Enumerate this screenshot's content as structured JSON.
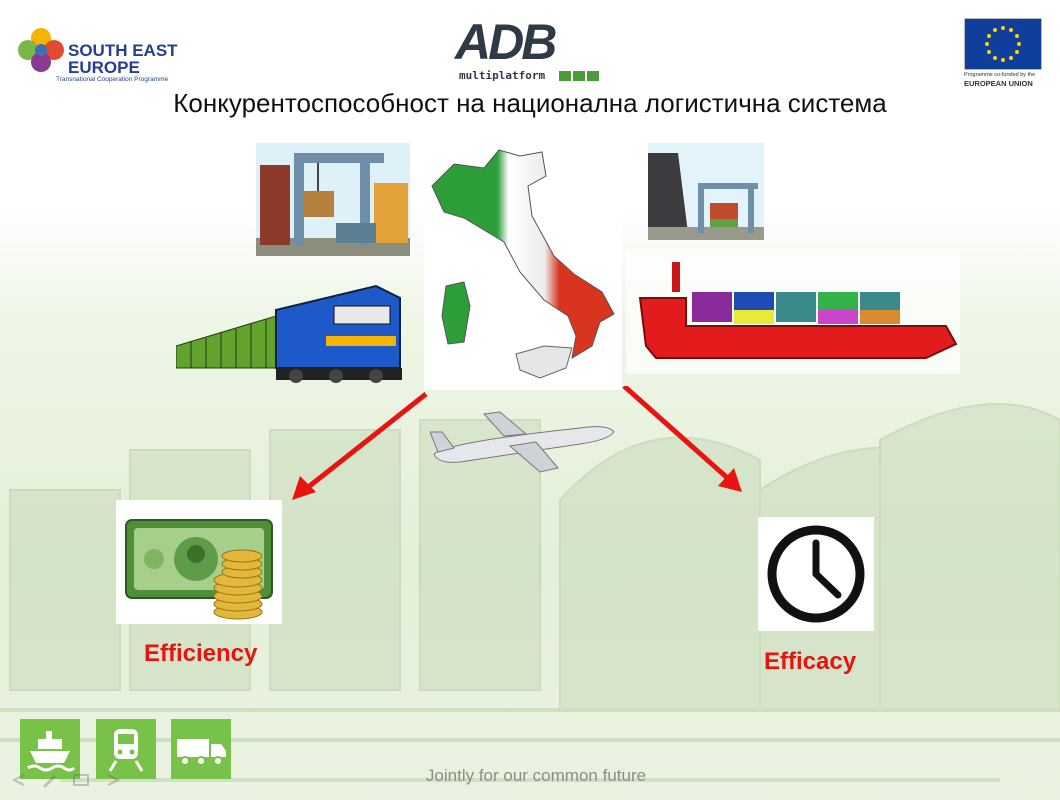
{
  "slide": {
    "title": "Конкурентоспособност на национална логистична система",
    "footer": "Jointly for our common future"
  },
  "logos": {
    "see": {
      "line1": "SOUTH EAST",
      "line2": "EUROPE",
      "subtitle": "Transnational Cooperation Programme"
    },
    "adb": {
      "main": "ADB",
      "sub": "multiplatform"
    },
    "eu": {
      "line1": "Programme co-funded by the",
      "line2": "EUROPEAN UNION"
    }
  },
  "labels": {
    "efficiency": "Efficiency",
    "efficacy": "Efficacy"
  },
  "icons": {
    "mode_buttons": [
      "ship-icon",
      "train-icon",
      "truck-icon"
    ],
    "clock": "clock-icon",
    "money": "money-icon"
  },
  "colors": {
    "accent_red": "#e8140f",
    "mode_green": "#78c24a",
    "flag_green": "#2e9e3a",
    "flag_red": "#d8341e",
    "title_text": "#111111"
  }
}
